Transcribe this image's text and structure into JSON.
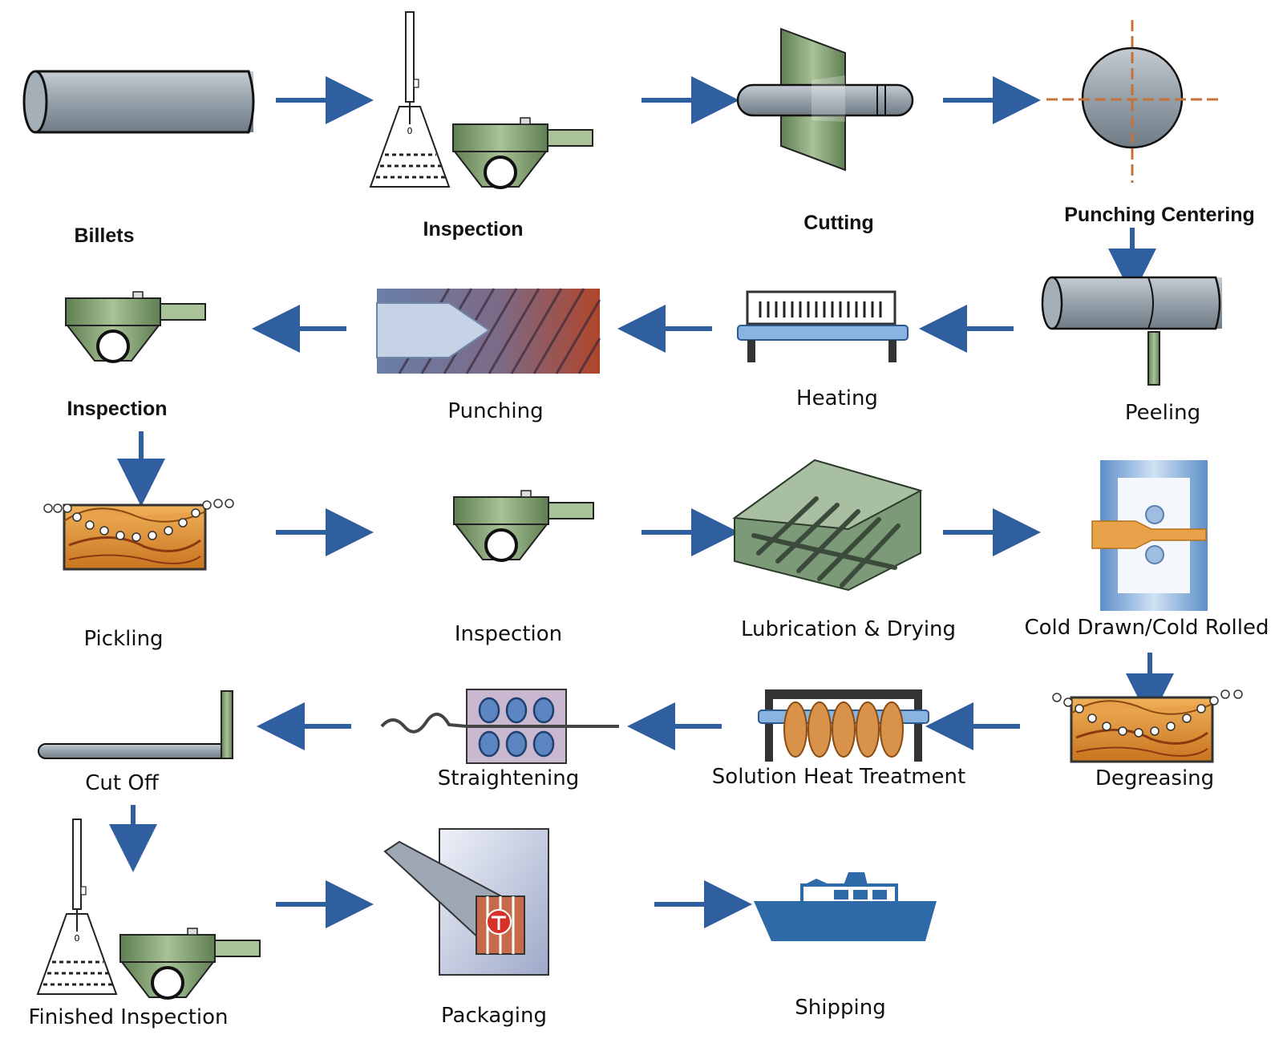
{
  "steps": {
    "billets": "Billets",
    "inspection_1": "Inspection",
    "cutting": "Cutting",
    "punching_centering": "Punching Centering",
    "inspection_2": "Inspection",
    "punching": "Punching",
    "heating": "Heating",
    "peeling": "Peeling",
    "pickling": "Pickling",
    "inspection_3": "Inspection",
    "lubrication_drying": "Lubrication & Drying",
    "cold_drawn": "Cold Drawn/Cold Rolled",
    "cut_off": "Cut Off",
    "straightening": "Straightening",
    "solution_heat_treatment": "Solution Heat Treatment",
    "degreasing": "Degreasing",
    "finished_inspection": "Finished Inspection",
    "packaging": "Packaging",
    "shipping": "Shipping"
  },
  "colors": {
    "arrow": "#2f5f9e",
    "steel": "#9aa5ae",
    "machine_green": "#6f8f5f",
    "bath_orange": "#d98a2e",
    "ship_blue": "#2f6aa8"
  }
}
